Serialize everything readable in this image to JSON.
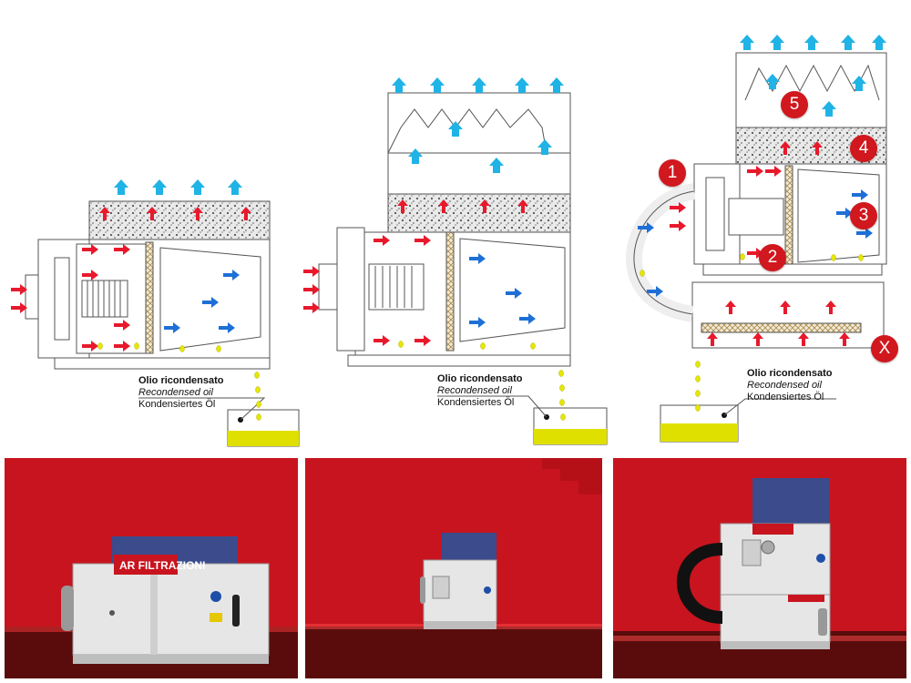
{
  "captions": [
    {
      "line1": "Olio ricondensato",
      "line2": "Recondensed oil",
      "line3": "Kondensiertes Öl"
    },
    {
      "line1": "Olio ricondensato",
      "line2": "Recondensed oil",
      "line3": "Kondensiertes Öl"
    },
    {
      "line1": "Olio ricondensato",
      "line2": "Recondensed oil",
      "line3": "Kondensiertes Öl"
    }
  ],
  "stage_badges": [
    "1",
    "2",
    "3",
    "4",
    "5",
    "X"
  ],
  "brand": {
    "name": "AR",
    "sub": "FILTRAZIONI"
  },
  "colors": {
    "inflow_arrow": "#e8192c",
    "outflow_arrow": "#1fb3e6",
    "oil_drop": "#e6e600",
    "oil_tank": "#e0e000",
    "badge": "#d0181e",
    "wall": "#c8141e"
  },
  "icons": [
    "red-arrow-icon",
    "blue-arrow-icon",
    "oil-drop-icon",
    "fan-icon",
    "motor-icon"
  ]
}
